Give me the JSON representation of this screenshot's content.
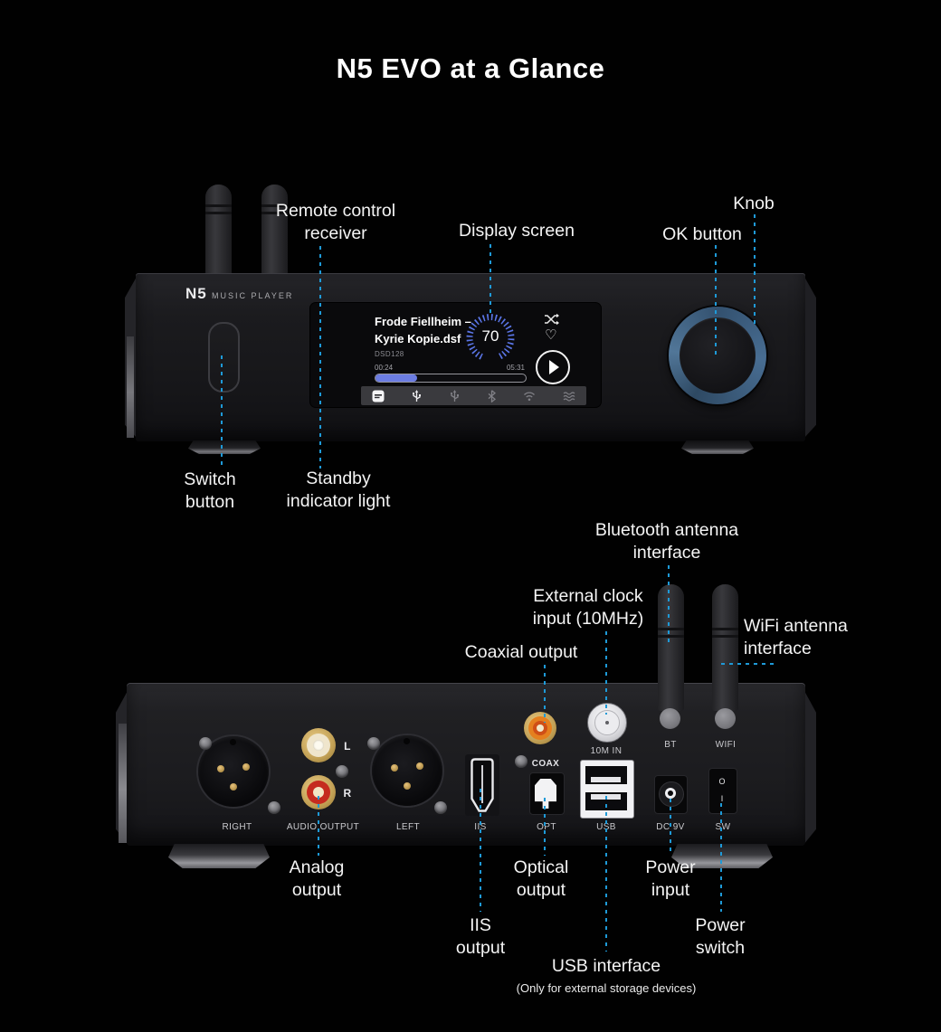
{
  "page": {
    "title": "N5 EVO at a Glance",
    "accent_color": "#1e9ad8",
    "background_color": "#010101"
  },
  "front_panel": {
    "brand": "N5",
    "brand_suffix": "MUSIC PLAYER",
    "screen": {
      "track_line1": "Frode Fiellheim –",
      "track_line2": "Kyrie Kopie.dsf",
      "format": "DSD128",
      "volume": "70",
      "elapsed": "00:24",
      "duration": "05:31",
      "progress_percent": 28,
      "status_icons": [
        "dsd-badge",
        "usb-active",
        "usb",
        "bluetooth",
        "wifi",
        "streaming"
      ]
    },
    "callouts": {
      "remote": {
        "line1": "Remote control",
        "line2": "receiver"
      },
      "display": {
        "line1": "Display screen"
      },
      "knob": {
        "line1": "Knob"
      },
      "ok": {
        "line1": "OK button"
      },
      "switch": {
        "line1": "Switch",
        "line2": "button"
      },
      "standby": {
        "line1": "Standby",
        "line2": "indicator light"
      }
    }
  },
  "rear_panel": {
    "port_labels": {
      "right": "RIGHT",
      "audio_output": "AUDIO OUTPUT",
      "left": "LEFT",
      "iis": "IIS",
      "opt": "OPT",
      "usb": "USB",
      "dc": "DC 9V",
      "sw": "SW",
      "clock": "10M IN",
      "coax": "COAX",
      "bt": "BT",
      "wifi": "WIFI",
      "rca_left": "L",
      "rca_right": "R",
      "sw_off": "O",
      "sw_on": "I"
    },
    "callouts": {
      "bt_antenna": {
        "line1": "Bluetooth antenna",
        "line2": "interface"
      },
      "clock": {
        "line1": "External clock",
        "line2": "input (10MHz)"
      },
      "coax": {
        "line1": "Coaxial output"
      },
      "wifi_antenna": {
        "line1": "WiFi antenna",
        "line2": "interface"
      },
      "analog": {
        "line1": "Analog",
        "line2": "output"
      },
      "optical": {
        "line1": "Optical",
        "line2": "output"
      },
      "power_input": {
        "line1": "Power",
        "line2": "input"
      },
      "iis": {
        "line1": "IIS",
        "line2": "output"
      },
      "power_switch": {
        "line1": "Power",
        "line2": "switch"
      },
      "usb": {
        "line1": "USB interface",
        "note": "(Only for external storage devices)"
      }
    }
  }
}
